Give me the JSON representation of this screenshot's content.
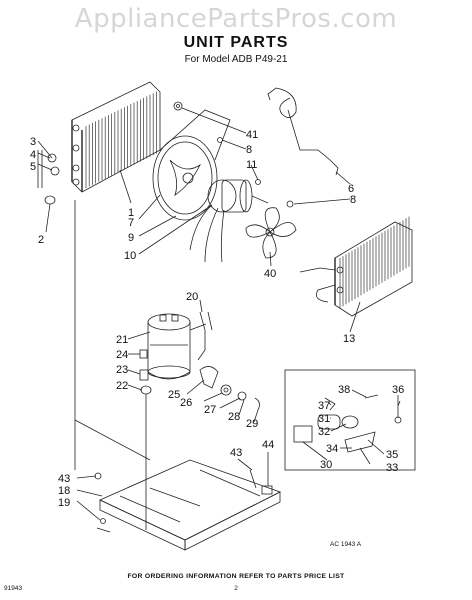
{
  "header": {
    "watermark": "AppliancePartsPros.com",
    "title": "UNIT PARTS",
    "subtitle": "For Model ADB P49-21"
  },
  "callouts": [
    "1",
    "2",
    "3",
    "4",
    "5",
    "6",
    "7",
    "8",
    "8",
    "9",
    "10",
    "11",
    "13",
    "18",
    "19",
    "20",
    "21",
    "22",
    "23",
    "24",
    "25",
    "26",
    "27",
    "28",
    "29",
    "30",
    "31",
    "32",
    "33",
    "34",
    "35",
    "36",
    "37",
    "38",
    "40",
    "41",
    "43",
    "43",
    "44"
  ],
  "footer": {
    "code": "AC 1943 A",
    "instruction": "FOR ORDERING INFORMATION REFER TO PARTS PRICE LIST",
    "page": "2",
    "doc_number": "91943"
  }
}
